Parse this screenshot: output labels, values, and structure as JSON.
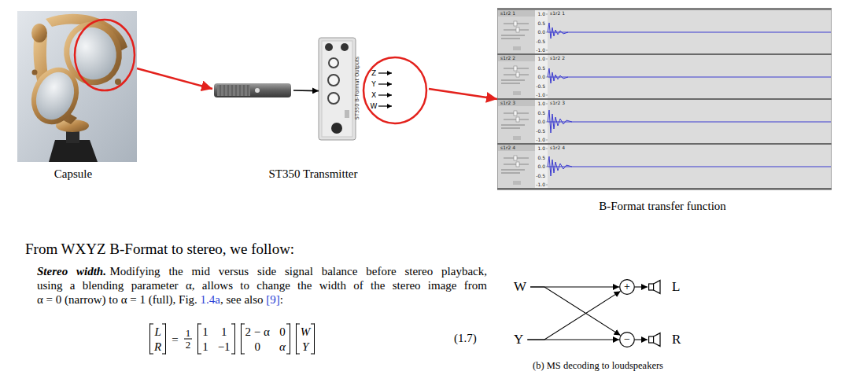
{
  "diagram": {
    "caption": "(b) MS decoding to loudspeakers",
    "nodes": [
      {
        "text": [
          "Capsule"
        ]
      },
      {
        "text": [
          "ST350 B-Format Outputs",
          "ST350 Transmitter"
        ]
      },
      {
        "text": [
          "B-Format transfer function"
        ]
      },
      {
        "text": [
          "W"
        ]
      },
      {
        "text": [
          "+"
        ]
      },
      {
        "text": [
          "L"
        ]
      },
      {
        "text": [
          "Y"
        ]
      },
      {
        "text": [
          "−"
        ]
      },
      {
        "text": [
          "R"
        ]
      }
    ],
    "edges": [
      {
        "from": 0,
        "to": 1,
        "arrow": "to"
      },
      {
        "from": 1,
        "to": 2,
        "arrow": "to"
      },
      {
        "from": 3,
        "to": 4,
        "arrow": "to"
      },
      {
        "from": 3,
        "to": 7,
        "arrow": "to"
      },
      {
        "from": 6,
        "to": 4,
        "arrow": "to"
      },
      {
        "from": 6,
        "to": 7,
        "arrow": "to"
      },
      {
        "from": 4,
        "to": 5,
        "arrow": "to"
      },
      {
        "from": 7,
        "to": 8,
        "arrow": "to"
      }
    ],
    "labels": [
      "Z",
      "Y",
      "X",
      "W",
      "s1r2 1",
      "s1r2 1",
      "1.0",
      "0.5",
      "0.0",
      "-0.5",
      "-1.0",
      "s1r2 2",
      "s1r2 2",
      "1.0",
      "0.5",
      "0.0",
      "-0.5",
      "-1.0",
      "s1r2 3",
      "s1r2 3",
      "1.0",
      "0.5",
      "0.0",
      "-0.5",
      "-1.0",
      "s1r2 4",
      "s1r2 4",
      "1.0",
      "0.5",
      "0.0",
      "-0.5",
      "-1.0",
      "From WXYZ B-Format to stereo, we follow:",
      "Stereo width.",
      "Modifying the mid versus side signal balance before stereo playback,",
      "using a blending parameter α, allows to change the width of the stereo image from",
      "α = 0 (narrow) to α = 1 (full), Fig.",
      "1.4a",
      ", see also",
      "[9]",
      ":",
      "L",
      "R",
      "=",
      "1",
      "2",
      "1",
      "1",
      "1",
      "−1",
      "2 − α",
      "0",
      "0",
      "α",
      "W",
      "Y",
      "(1.7)"
    ]
  }
}
